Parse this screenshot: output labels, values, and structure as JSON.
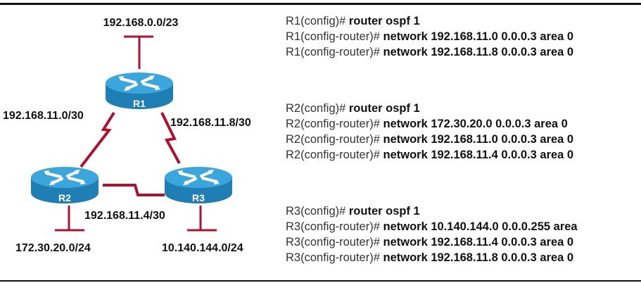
{
  "topology": {
    "routers": [
      {
        "id": "R1",
        "label": "R1"
      },
      {
        "id": "R2",
        "label": "R2"
      },
      {
        "id": "R3",
        "label": "R3"
      }
    ],
    "lan_networks": {
      "r1": "192.168.0.0/23",
      "r2": "172.30.20.0/24",
      "r3": "10.140.144.0/24"
    },
    "serial_links": {
      "r1_r2": "192.168.11.0/30",
      "r1_r3": "192.168.11.8/30",
      "r2_r3": "192.168.11.4/30"
    },
    "colors": {
      "link": "#b01030",
      "router_top": "#3aa6dc",
      "router_side": "#1f7fb4",
      "router_arrows": "#ffffff"
    }
  },
  "configs": [
    {
      "router": "R1",
      "lines": [
        {
          "prompt": "R1(config)# ",
          "command": "router ospf 1"
        },
        {
          "prompt": "R1(config-router)# ",
          "command": "network 192.168.11.0 0.0.0.3 area 0"
        },
        {
          "prompt": "R1(config-router)# ",
          "command": "network 192.168.11.8 0.0.0.3 area 0"
        }
      ]
    },
    {
      "router": "R2",
      "lines": [
        {
          "prompt": "R2(config)# ",
          "command": "router ospf 1"
        },
        {
          "prompt": "R2(config-router)# ",
          "command": "network 172.30.20.0 0.0.0.3 area 0"
        },
        {
          "prompt": "R2(config-router)# ",
          "command": "network 192.168.11.0 0.0.0.3 area 0"
        },
        {
          "prompt": "R2(config-router)# ",
          "command": "network 192.168.11.4 0.0.0.3 area 0"
        }
      ]
    },
    {
      "router": "R3",
      "lines": [
        {
          "prompt": "R3(config)# ",
          "command": "router ospf 1"
        },
        {
          "prompt": "R3(config-router)# ",
          "command": "network 10.140.144.0 0.0.0.255 area"
        },
        {
          "prompt": "R3(config-router)# ",
          "command": "network 192.168.11.4 0.0.0.3 area 0"
        },
        {
          "prompt": "R3(config-router)# ",
          "command": "network 192.168.11.8 0.0.0.3 area 0"
        }
      ]
    }
  ]
}
